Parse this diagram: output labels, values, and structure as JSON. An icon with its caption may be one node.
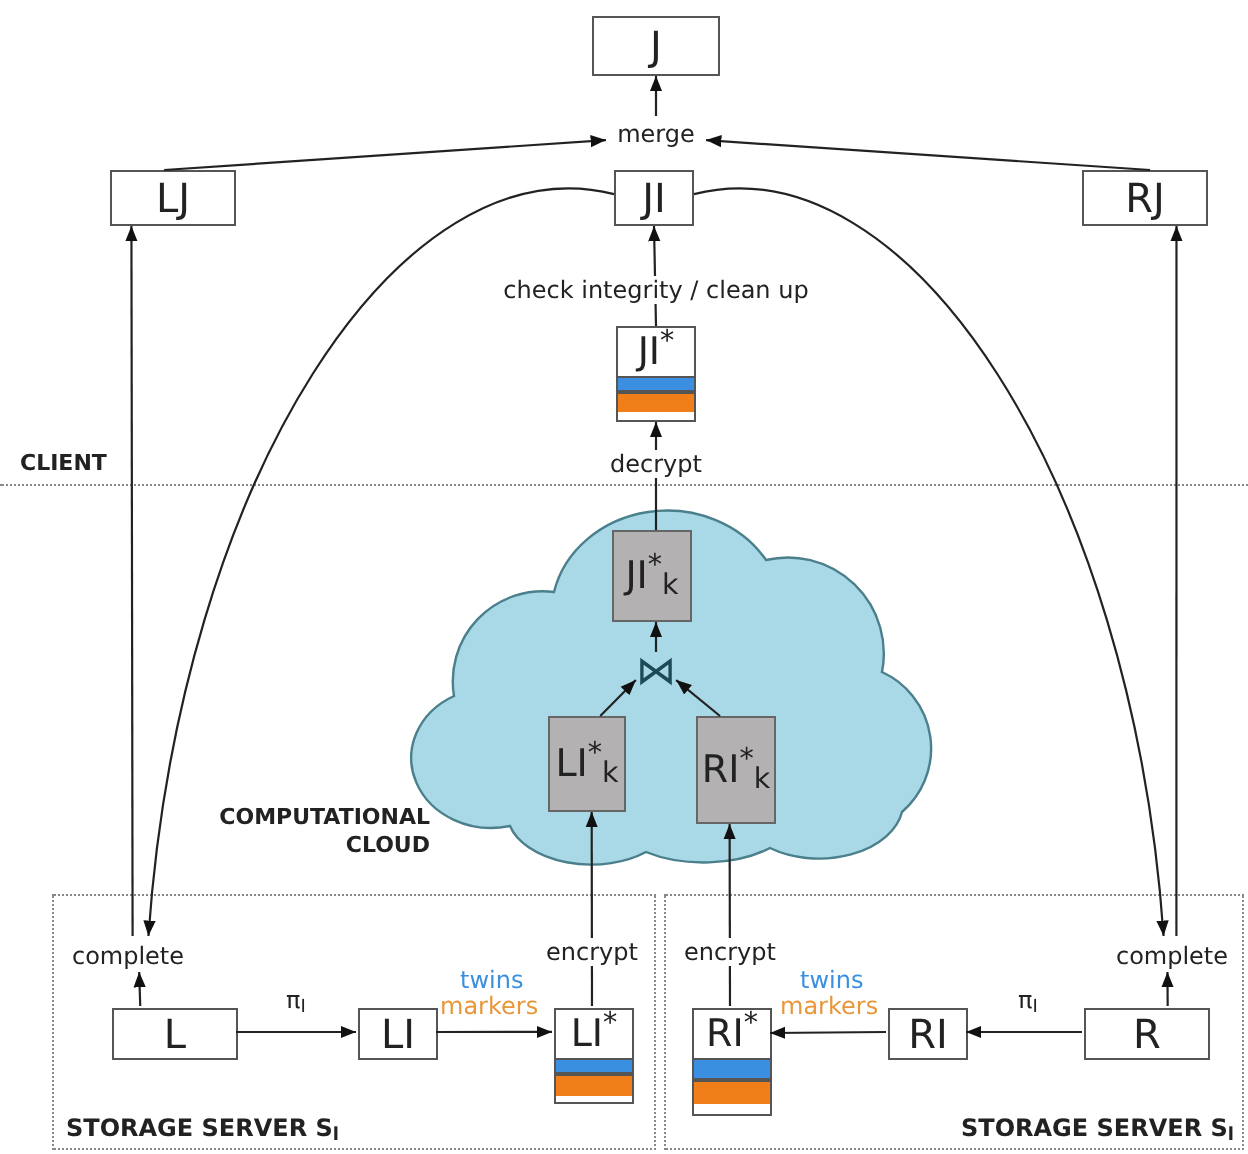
{
  "diagram": {
    "nodes": [
      {
        "text": [
          "J"
        ]
      },
      {
        "text": [
          "LJ"
        ]
      },
      {
        "text": [
          "JI"
        ]
      },
      {
        "text": [
          "RJ"
        ]
      },
      {
        "text": [
          "JI$^{*}$"
        ]
      },
      {
        "text": [],
        "shape": "cloud",
        "beside": [
          "COMPUTATIONAL CLOUD"
        ]
      },
      {
        "text": [
          "JI$^{*}$$_{k}$"
        ],
        "in": 5
      },
      {
        "text": [
          "⋈"
        ],
        "in": 5
      },
      {
        "text": [
          "LI$^{*}$$_{k}$"
        ],
        "in": 5
      },
      {
        "text": [
          "RI$^{*}$$_{k}$"
        ],
        "in": 5
      },
      {
        "text": [
          "STORAGE SERVER S$_{l}$"
        ]
      },
      {
        "text": [
          "STORAGE SERVER S$_{l}$"
        ]
      },
      {
        "text": [
          "L"
        ],
        "in": 10
      },
      {
        "text": [
          "LI"
        ],
        "in": 10
      },
      {
        "text": [
          "LI$^{*}$"
        ],
        "in": 10
      },
      {
        "text": [
          "complete"
        ],
        "in": 10
      },
      {
        "text": [
          "RI$^{*}$"
        ],
        "in": 11
      },
      {
        "text": [
          "RI"
        ],
        "in": 11
      },
      {
        "text": [
          "R"
        ],
        "in": 11
      },
      {
        "text": [
          "complete"
        ],
        "in": 11
      },
      {
        "text": [
          "merge"
        ]
      }
    ],
    "edges": [
      {
        "from": 20,
        "to": 0,
        "arrow": "to"
      },
      {
        "from": 1,
        "to": 20,
        "arrow": "to"
      },
      {
        "from": 3,
        "to": 20,
        "arrow": "to"
      },
      {
        "from": 2,
        "to": 15,
        "arrow": "to"
      },
      {
        "from": 2,
        "to": 19,
        "arrow": "to"
      },
      {
        "from": 15,
        "to": 1,
        "arrow": "to"
      },
      {
        "from": 19,
        "to": 3,
        "arrow": "to"
      },
      {
        "from": 12,
        "to": 15,
        "arrow": "to"
      },
      {
        "from": 18,
        "to": 19,
        "arrow": "to"
      },
      {
        "from": 12,
        "to": 13,
        "arrow": "to",
        "label": "π$_{I}$"
      },
      {
        "from": 13,
        "to": 14,
        "arrow": "to"
      },
      {
        "from": 18,
        "to": 17,
        "arrow": "to",
        "label": "π$_{I}$"
      },
      {
        "from": 17,
        "to": 16,
        "arrow": "to"
      },
      {
        "from": 14,
        "to": 8,
        "arrow": "to",
        "label": "encrypt"
      },
      {
        "from": 16,
        "to": 9,
        "arrow": "to",
        "label": "encrypt"
      },
      {
        "from": 8,
        "to": 7,
        "arrow": "to"
      },
      {
        "from": 9,
        "to": 7,
        "arrow": "to"
      },
      {
        "from": 7,
        "to": 6,
        "arrow": "to"
      },
      {
        "from": 6,
        "to": 4,
        "arrow": "to",
        "label": "decrypt"
      },
      {
        "from": 4,
        "to": 2,
        "arrow": "to",
        "label": "check integrity / clean up"
      }
    ],
    "labels": [
      "CLIENT",
      "twins",
      "markers",
      "twins",
      "markers"
    ]
  }
}
